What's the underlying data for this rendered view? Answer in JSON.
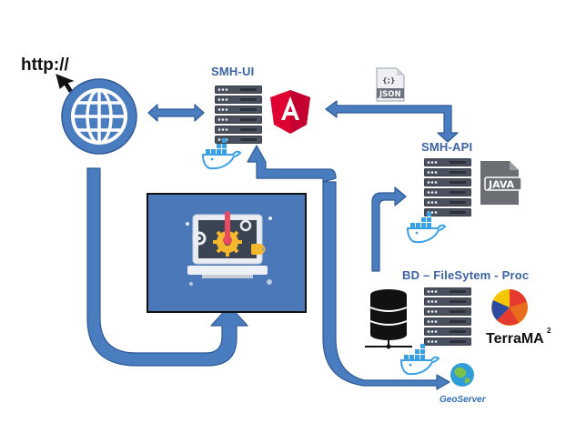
{
  "labels": {
    "http": "http://",
    "smh_ui": "SMH-UI",
    "smh_api": "SMH-API",
    "bd": "BD – FileSytem - Proc",
    "json": "JSON",
    "json_braces": "{;}",
    "java": "JAVA",
    "terrama": "TerraMA",
    "terrama_sup": "2",
    "geoserver": "GeoServer"
  },
  "colors": {
    "arrow_blue": "#4a7cc0",
    "arrow_edge": "#2f5a96",
    "server_dark": "#3a3f4a",
    "server_mid": "#57606e",
    "angular_red": "#dd0031",
    "panel_blue": "#4a78b8",
    "label_blue": "#3b63a3",
    "docker_blue": "#3aa0e6"
  },
  "icons": [
    "cursor-icon",
    "globe-icon",
    "server-icon",
    "angular-icon",
    "json-file-icon",
    "docker-icon",
    "java-icon",
    "database-icon",
    "terrama-icon",
    "geoserver-icon",
    "monitor-dashboard-icon"
  ]
}
